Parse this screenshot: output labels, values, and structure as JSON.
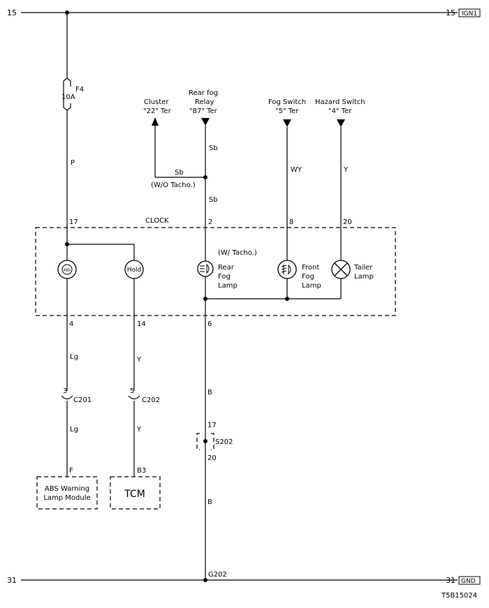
{
  "rails": {
    "top_left_label": "15",
    "top_right_label": "15",
    "top_tag": "IGN1",
    "bottom_left_label": "31",
    "bottom_right_label": "31",
    "bottom_tag": "GND"
  },
  "fuse": {
    "name": "F4",
    "rating": "10A"
  },
  "wires": {
    "p": "P",
    "sb_upper": "Sb",
    "sb_branch": "Sb",
    "sb_lower": "Sb",
    "wy": "WY",
    "y_hazard": "Y",
    "lg_upper": "Lg",
    "lg_lower": "Lg",
    "y_upper": "Y",
    "y_lower": "Y",
    "b_upper": "B",
    "b_lower": "B"
  },
  "notes": {
    "wo_tacho": "(W/O Tacho.)",
    "w_tacho": "(W/ Tacho.)"
  },
  "destinations": {
    "cluster": [
      "Cluster",
      "\"22\" Ter"
    ],
    "rear_fog_relay": [
      "Rear fog",
      "Relay",
      "\"87\" Ter"
    ],
    "fog_switch": [
      "Fog Switch",
      "\"5\" Ter"
    ],
    "hazard_switch": [
      "Hazard Switch",
      "\"4\" Ter"
    ]
  },
  "clock": {
    "title": "CLOCK",
    "pins_top": [
      "17",
      "2",
      "8",
      "20"
    ],
    "pins_bottom": [
      "4",
      "14",
      "6"
    ],
    "lamps": {
      "abs_icon_text": "ABS",
      "hold": "Hold",
      "rear_fog": [
        "Rear",
        "Fog",
        "Lamp"
      ],
      "front_fog": [
        "Front",
        "Fog",
        "Lamp"
      ],
      "tailer": [
        "Tailer",
        "Lamp"
      ]
    }
  },
  "connectors": {
    "c201": {
      "name": "C201",
      "pin": "3"
    },
    "c202": {
      "name": "C202",
      "pin": "5"
    },
    "s202": {
      "name": "S202",
      "pin_top": "17",
      "pin_bottom": "20"
    }
  },
  "modules": {
    "abs": {
      "pin": "F",
      "lines": [
        "ABS Warning",
        "Lamp Module"
      ]
    },
    "tcm": {
      "pin": "B3",
      "name": "TCM"
    }
  },
  "ground": {
    "name": "G202"
  },
  "figure_id": "T5B15024"
}
